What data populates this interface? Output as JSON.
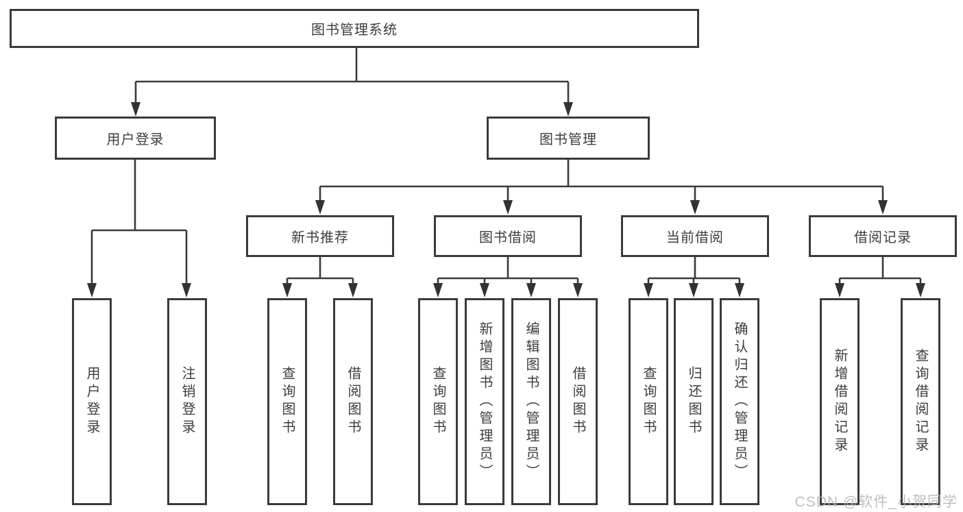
{
  "tree": {
    "root": "图书管理系统",
    "branches": [
      {
        "label": "用户登录",
        "children": [
          "用户登录",
          "注销登录"
        ]
      },
      {
        "label": "图书管理",
        "groups": [
          {
            "label": "新书推荐",
            "children": [
              "查询图书",
              "借阅图书"
            ]
          },
          {
            "label": "图书借阅",
            "children": [
              "查询图书",
              "新增图书（管理员）",
              "编辑图书（管理员）",
              "借阅图书"
            ]
          },
          {
            "label": "当前借阅",
            "children": [
              "查询图书",
              "归还图书",
              "确认归还（管理员）"
            ]
          },
          {
            "label": "借阅记录",
            "children": [
              "新增借阅记录",
              "查询借阅记录"
            ]
          }
        ]
      }
    ]
  },
  "watermark": "CSDN @软件_小贺同学",
  "colors": {
    "line": "#3a3a3a",
    "box_background": "#ffffff",
    "text": "#3d3d3d",
    "watermark": "#b3b3b3"
  }
}
